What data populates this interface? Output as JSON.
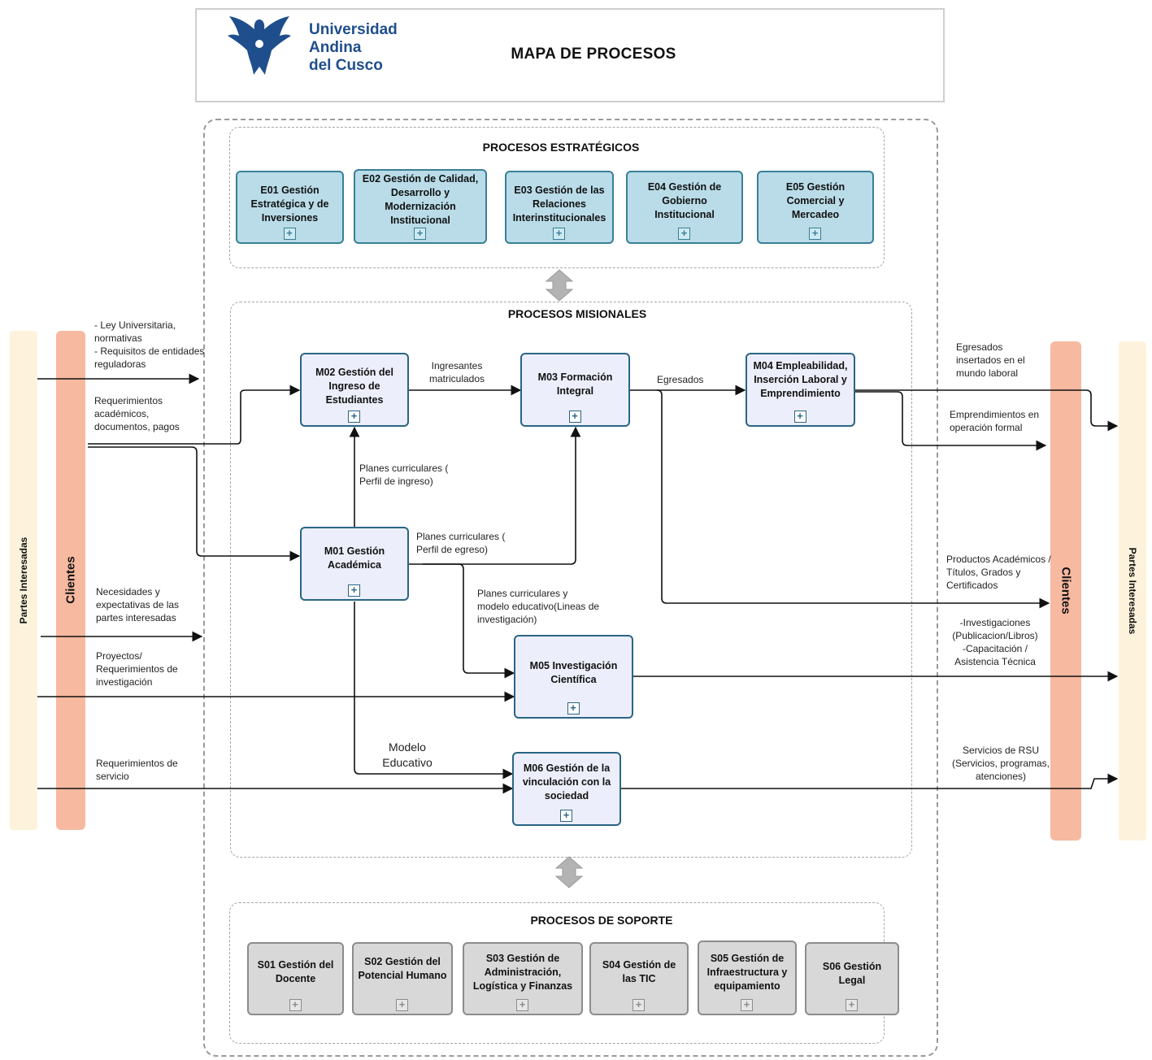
{
  "header": {
    "university_name": [
      "Universidad",
      "Andina",
      "del Cusco"
    ],
    "title": "MAPA DE PROCESOS",
    "logo_icon": "condor-logo-icon",
    "brand_color": "#1f4e8c"
  },
  "groups": {
    "estrategicos": "PROCESOS ESTRATÉGICOS",
    "misionales": "PROCESOS MISIONALES",
    "soporte": "PROCESOS DE SOPORTE"
  },
  "side_bars": {
    "left_outer": "Partes Interesadas",
    "left_inner": "Clientes",
    "right_inner": "Clientes",
    "right_outer": "Partes Interesadas"
  },
  "estrategicos": [
    "E01 Gestión Estratégica y de Inversiones",
    "E02 Gestión de Calidad, Desarrollo y Modernización Institucional",
    "E03 Gestión de las Relaciones Interinstitucionales",
    "E04 Gestión de Gobierno Institucional",
    "E05 Gestión Comercial y Mercadeo"
  ],
  "misionales": {
    "m01": "M01 Gestión Académica",
    "m02": "M02 Gestión del Ingreso de Estudiantes",
    "m03": "M03 Formación Integral",
    "m04": "M04 Empleabilidad, Inserción Laboral y Emprendimiento",
    "m05": "M05 Investigación Científica",
    "m06": "M06 Gestión de la vinculación con la sociedad"
  },
  "soporte": [
    "S01 Gestión del Docente",
    "S02 Gestión del Potencial Humano",
    "S03 Gestión de Administración, Logística y Finanzas",
    "S04 Gestión de las TIC",
    "S05 Gestión de Infraestructura y equipamiento",
    "S06 Gestión Legal"
  ],
  "inputs": {
    "ley": "- Ley Universitaria, normativas\n- Requisitos de entidades reguladoras",
    "req_academicos": "Requerimientos académicos, documentos, pagos",
    "necesidades": "Necesidades y expectativas de las partes interesadas",
    "proyectos": "Proyectos/ Requerimientos de investigación",
    "req_servicio": "Requerimientos de servicio"
  },
  "flows": {
    "ingresantes": "Ingresantes matriculados",
    "egresados": "Egresados",
    "planes_ingreso": "Planes curriculares ( Perfil de ingreso)",
    "planes_egreso": "Planes curriculares ( Perfil de egreso)",
    "planes_modelo": "Planes curriculares y modelo educativo(Lineas de investigación)",
    "modelo_educativo": "Modelo Educativo"
  },
  "outputs": {
    "egresados_insertados": "Egresados insertados en el mundo laboral",
    "emprendimientos": "Emprendimientos en operación  formal",
    "productos": "Productos Académicos / Títulos, Grados y Certificados",
    "investigaciones": "-Investigaciones (Publicacion/Libros)\n-Capacitación / Asistencia Técnica",
    "servicios_rsu": "Servicios de RSU (Servicios, programas, atenciones)"
  },
  "icons": {
    "expand": "plus-square-icon",
    "double_arrow": "double-arrow-icon"
  },
  "colors": {
    "strategic_fill": "#b9dce8",
    "mission_fill": "#eceefb",
    "support_fill": "#d8d8d8",
    "clients_bar": "#f7b9a0",
    "stakeholders_bar": "#fdf3dc"
  }
}
